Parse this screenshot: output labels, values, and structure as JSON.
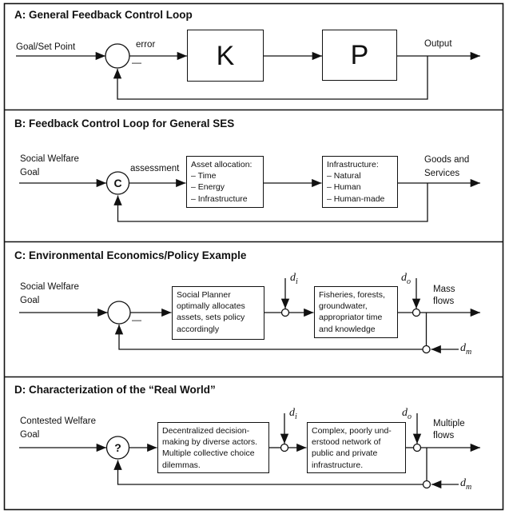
{
  "figure": {
    "type": "four-panel feedback control loop diagram"
  },
  "colors": {
    "line": "#111111",
    "background": "#ffffff",
    "text": "#111111"
  },
  "panels": {
    "a": {
      "title": "A: General Feedback Control Loop",
      "input_label": "Goal/Set Point",
      "error_label": "error",
      "minus_sign": "—",
      "controller": "K",
      "plant": "P",
      "output_label": "Output"
    },
    "b": {
      "title": "B: Feedback Control Loop for General SES",
      "input_label": "Social Welfare\nGoal",
      "comparator_symbol": "C",
      "signal_label": "assessment",
      "controller": "Asset allocation:\n– Time\n– Energy\n– Infrastructure",
      "plant": "Infrastructure:\n– Natural\n– Human\n– Human-made",
      "output_label": "Goods and\nServices"
    },
    "c": {
      "title": "C: Environmental Economics/Policy Example",
      "input_label": "Social Welfare\nGoal",
      "minus_sign": "—",
      "controller": "Social Planner\noptimally allocates\nassets, sets policy\naccordingly",
      "plant": "Fisheries, forests,\ngroundwater,\nappropriator time\nand knowledge",
      "output_label": "Mass\nflows",
      "d_input": {
        "base": "d",
        "sub": "i"
      },
      "d_output": {
        "base": "d",
        "sub": "o"
      },
      "d_measure": {
        "base": "d",
        "sub": "m"
      }
    },
    "d": {
      "title": "D: Characterization of the “Real World”",
      "input_label": "Contested Welfare\nGoal",
      "comparator_symbol": "?",
      "controller": "Decentralized decision-\nmaking by diverse actors.\nMultiple collective choice\ndilemmas.",
      "plant": "Complex, poorly und-\nerstood network of\npublic and private\ninfrastructure.",
      "output_label": "Multiple\nflows",
      "d_input": {
        "base": "d",
        "sub": "i"
      },
      "d_output": {
        "base": "d",
        "sub": "o"
      },
      "d_measure": {
        "base": "d",
        "sub": "m"
      }
    }
  }
}
